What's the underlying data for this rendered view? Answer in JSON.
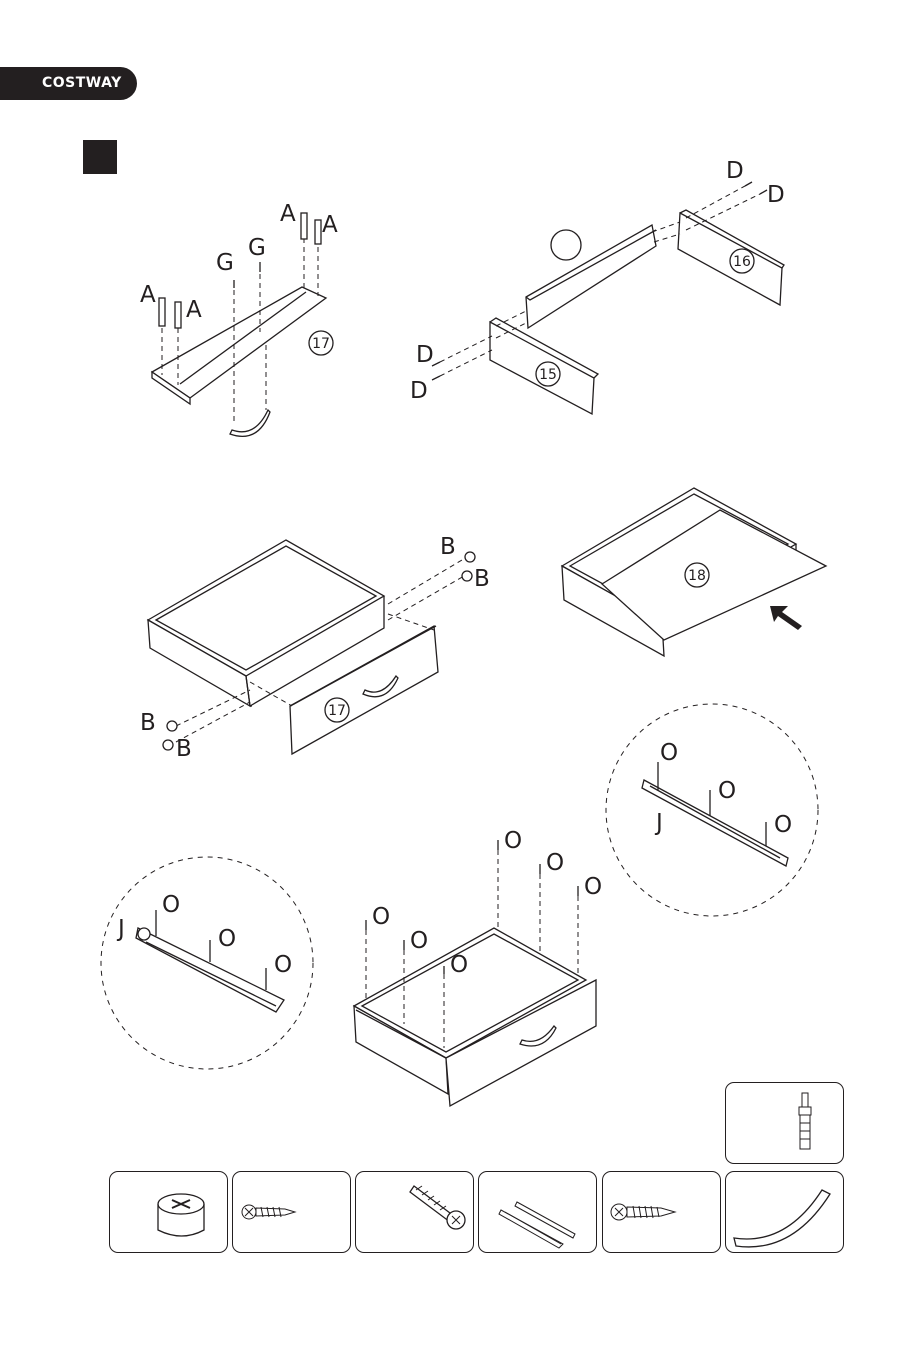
{
  "brand": {
    "name": "COSTWAY"
  },
  "labels": {
    "A": "A",
    "B": "B",
    "D": "D",
    "G": "G",
    "J": "J",
    "O": "O"
  },
  "parts": {
    "p15": "15",
    "p16": "16",
    "p17": "17",
    "p18": "18"
  },
  "hardware_icons": [
    "cam-lock-icon",
    "short-screw-icon",
    "bolt-icon",
    "drawer-slide-icon",
    "wood-screw-icon",
    "handle-icon",
    "cam-bolt-icon"
  ]
}
